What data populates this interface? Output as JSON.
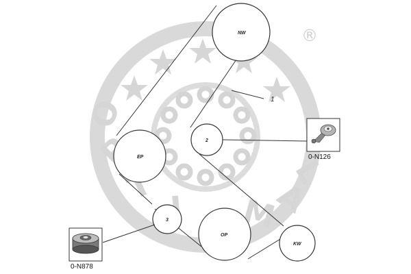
{
  "watermark": {
    "brand": "OPTIMAL",
    "registered_mark": "®",
    "color": "#d6d6d6"
  },
  "pulleys": [
    {
      "id": "nw",
      "label": "NW"
    },
    {
      "id": "ep",
      "label": "EP"
    },
    {
      "id": "tensioner",
      "label": "2"
    },
    {
      "id": "idler",
      "label": "3"
    },
    {
      "id": "op",
      "label": "OP"
    },
    {
      "id": "kw",
      "label": "KW"
    }
  ],
  "belt_callout": "1",
  "parts": [
    {
      "id": "tensioner-part",
      "code": "0-N126"
    },
    {
      "id": "idler-part",
      "code": "0-N878"
    }
  ],
  "colors": {
    "line": "#333333",
    "watermark": "#d6d6d6"
  }
}
